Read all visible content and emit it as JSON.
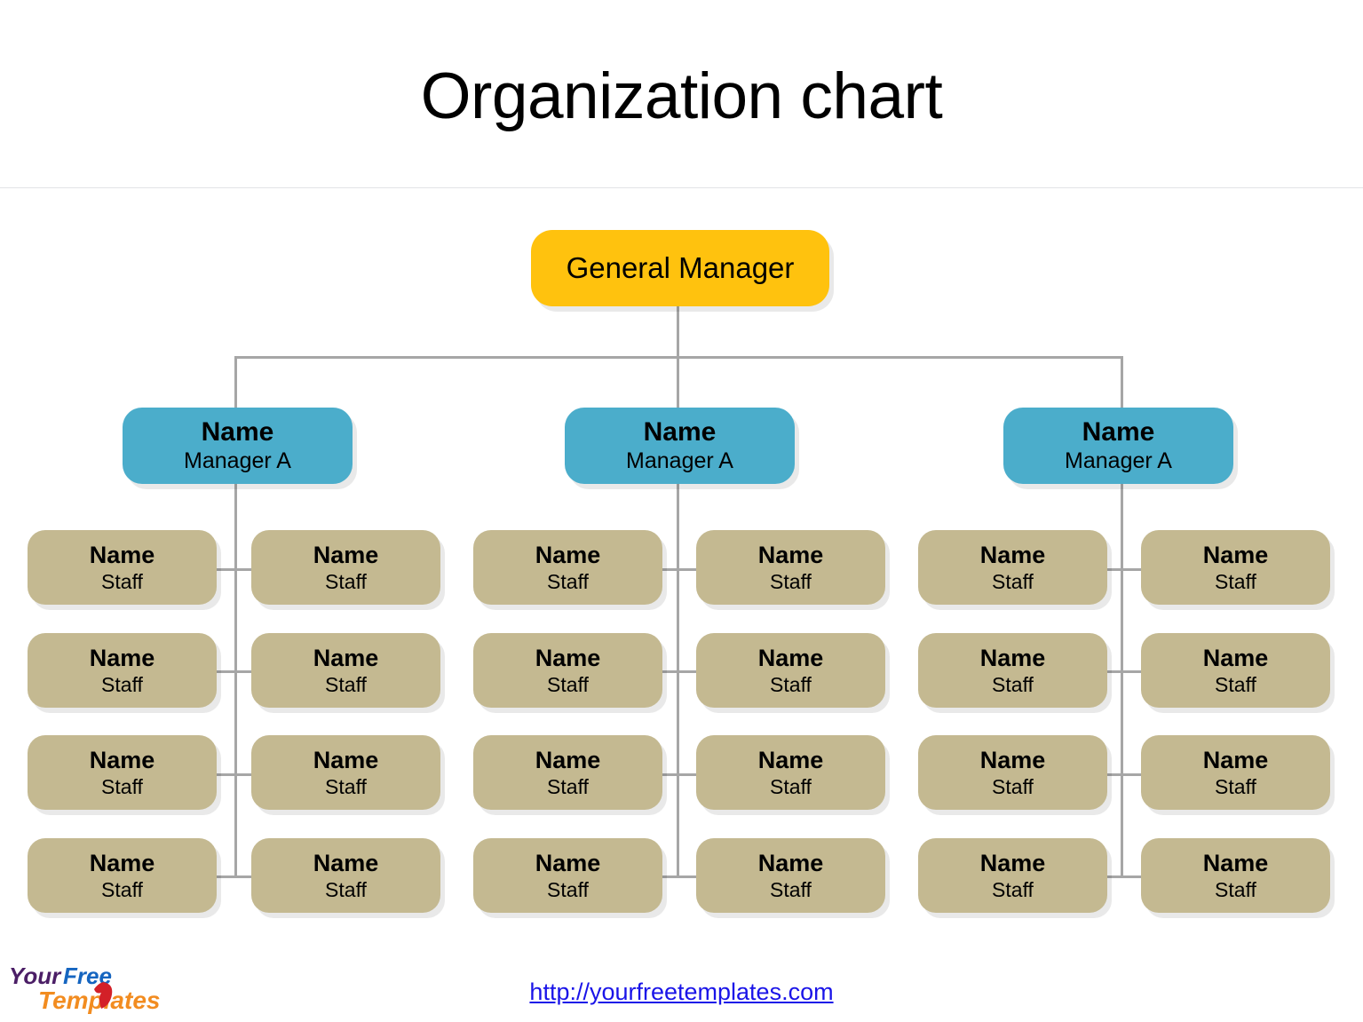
{
  "slide": {
    "title": "Organization chart",
    "background_color": "#FFFFFF"
  },
  "colors": {
    "root_fill": "#FFC20E",
    "manager_fill": "#4BADCB",
    "staff_fill": "#C4B991",
    "connector": "#A6A6A6",
    "link": "#1A14E8",
    "text": "#000000",
    "header_rule": "#E2E4E6"
  },
  "chart_data": {
    "type": "org-chart",
    "title": "Organization chart",
    "levels": 3,
    "root": {
      "label": "General Manager",
      "role": "",
      "fill": "#FFC20E"
    },
    "managers": [
      {
        "name": "Name",
        "role": "Manager A",
        "fill": "#4BADCB",
        "staff_count": 8
      },
      {
        "name": "Name",
        "role": "Manager A",
        "fill": "#4BADCB",
        "staff_count": 8
      },
      {
        "name": "Name",
        "role": "Manager A",
        "fill": "#4BADCB",
        "staff_count": 8
      }
    ],
    "staff_rows": 4,
    "staff_columns_per_manager": 2,
    "staff_label": {
      "name": "Name",
      "role": "Staff",
      "fill": "#C4B991"
    }
  },
  "groups": [
    {
      "manager": {
        "name": "Name",
        "role": "Manager A"
      },
      "staff": [
        [
          {
            "name": "Name",
            "role": "Staff"
          },
          {
            "name": "Name",
            "role": "Staff"
          }
        ],
        [
          {
            "name": "Name",
            "role": "Staff"
          },
          {
            "name": "Name",
            "role": "Staff"
          }
        ],
        [
          {
            "name": "Name",
            "role": "Staff"
          },
          {
            "name": "Name",
            "role": "Staff"
          }
        ],
        [
          {
            "name": "Name",
            "role": "Staff"
          },
          {
            "name": "Name",
            "role": "Staff"
          }
        ]
      ]
    },
    {
      "manager": {
        "name": "Name",
        "role": "Manager A"
      },
      "staff": [
        [
          {
            "name": "Name",
            "role": "Staff"
          },
          {
            "name": "Name",
            "role": "Staff"
          }
        ],
        [
          {
            "name": "Name",
            "role": "Staff"
          },
          {
            "name": "Name",
            "role": "Staff"
          }
        ],
        [
          {
            "name": "Name",
            "role": "Staff"
          },
          {
            "name": "Name",
            "role": "Staff"
          }
        ],
        [
          {
            "name": "Name",
            "role": "Staff"
          },
          {
            "name": "Name",
            "role": "Staff"
          }
        ]
      ]
    },
    {
      "manager": {
        "name": "Name",
        "role": "Manager A"
      },
      "staff": [
        [
          {
            "name": "Name",
            "role": "Staff"
          },
          {
            "name": "Name",
            "role": "Staff"
          }
        ],
        [
          {
            "name": "Name",
            "role": "Staff"
          },
          {
            "name": "Name",
            "role": "Staff"
          }
        ],
        [
          {
            "name": "Name",
            "role": "Staff"
          },
          {
            "name": "Name",
            "role": "Staff"
          }
        ],
        [
          {
            "name": "Name",
            "role": "Staff"
          },
          {
            "name": "Name",
            "role": "Staff"
          }
        ]
      ]
    }
  ],
  "footer": {
    "url_text": "http://yourfreetemplates.com",
    "logo": {
      "word1": "Your",
      "word2": "Free",
      "word3": "Templates",
      "word1_color": "#4B1E66",
      "word2_color": "#1565C0",
      "word3_color": "#F28C20",
      "accent_color": "#D32028"
    }
  }
}
